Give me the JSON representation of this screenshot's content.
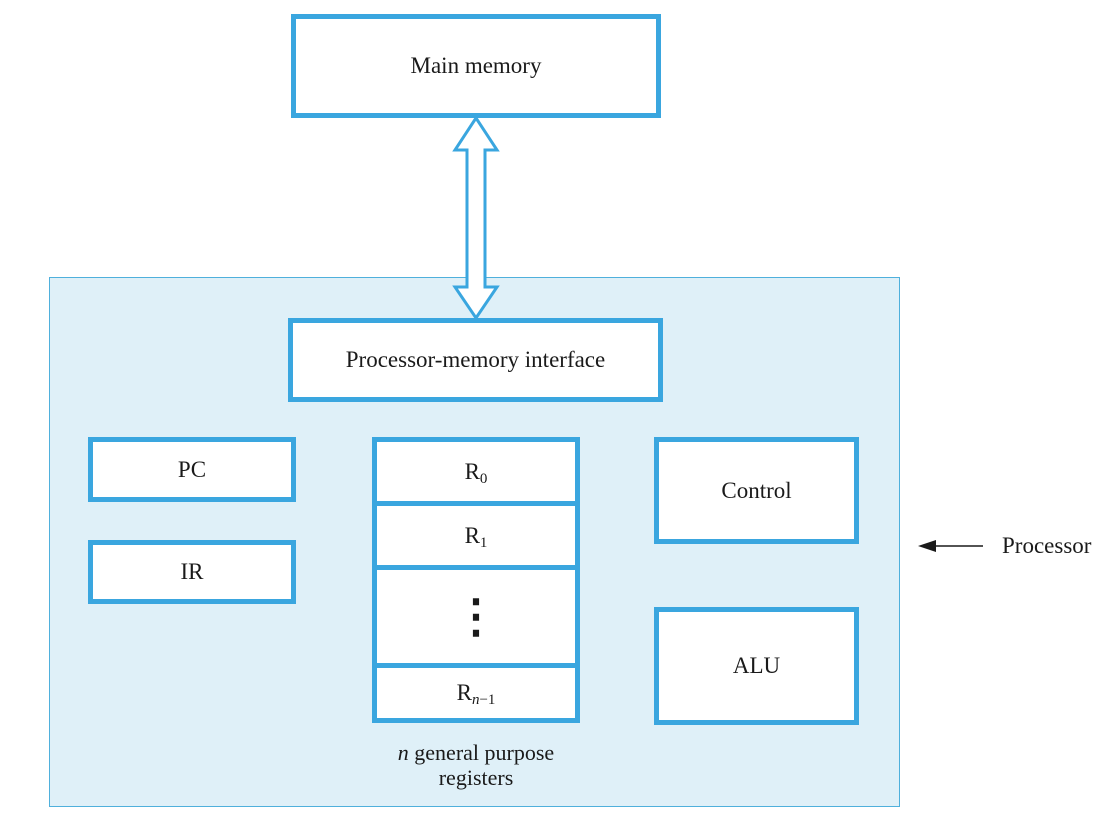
{
  "main_memory": {
    "label": "Main memory"
  },
  "processor": {
    "label": "Processor",
    "interface_label": "Processor-memory interface",
    "pc_label": "PC",
    "ir_label": "IR",
    "control_label": "Control",
    "alu_label": "ALU"
  },
  "registers": {
    "r0_base": "R",
    "r0_sub": "0",
    "r1_base": "R",
    "r1_sub": "1",
    "rn_base": "R",
    "rn_sub_var": "n",
    "rn_sub_rest": "−1",
    "ellipsis": "⋮",
    "caption_var": "n",
    "caption_line1": " general purpose",
    "caption_line2": "registers"
  },
  "colors": {
    "box_border": "#3aa6df",
    "processor_fill": "#dff0f8",
    "processor_border": "#4fb0dc",
    "arrow": "#1a1a1a"
  }
}
